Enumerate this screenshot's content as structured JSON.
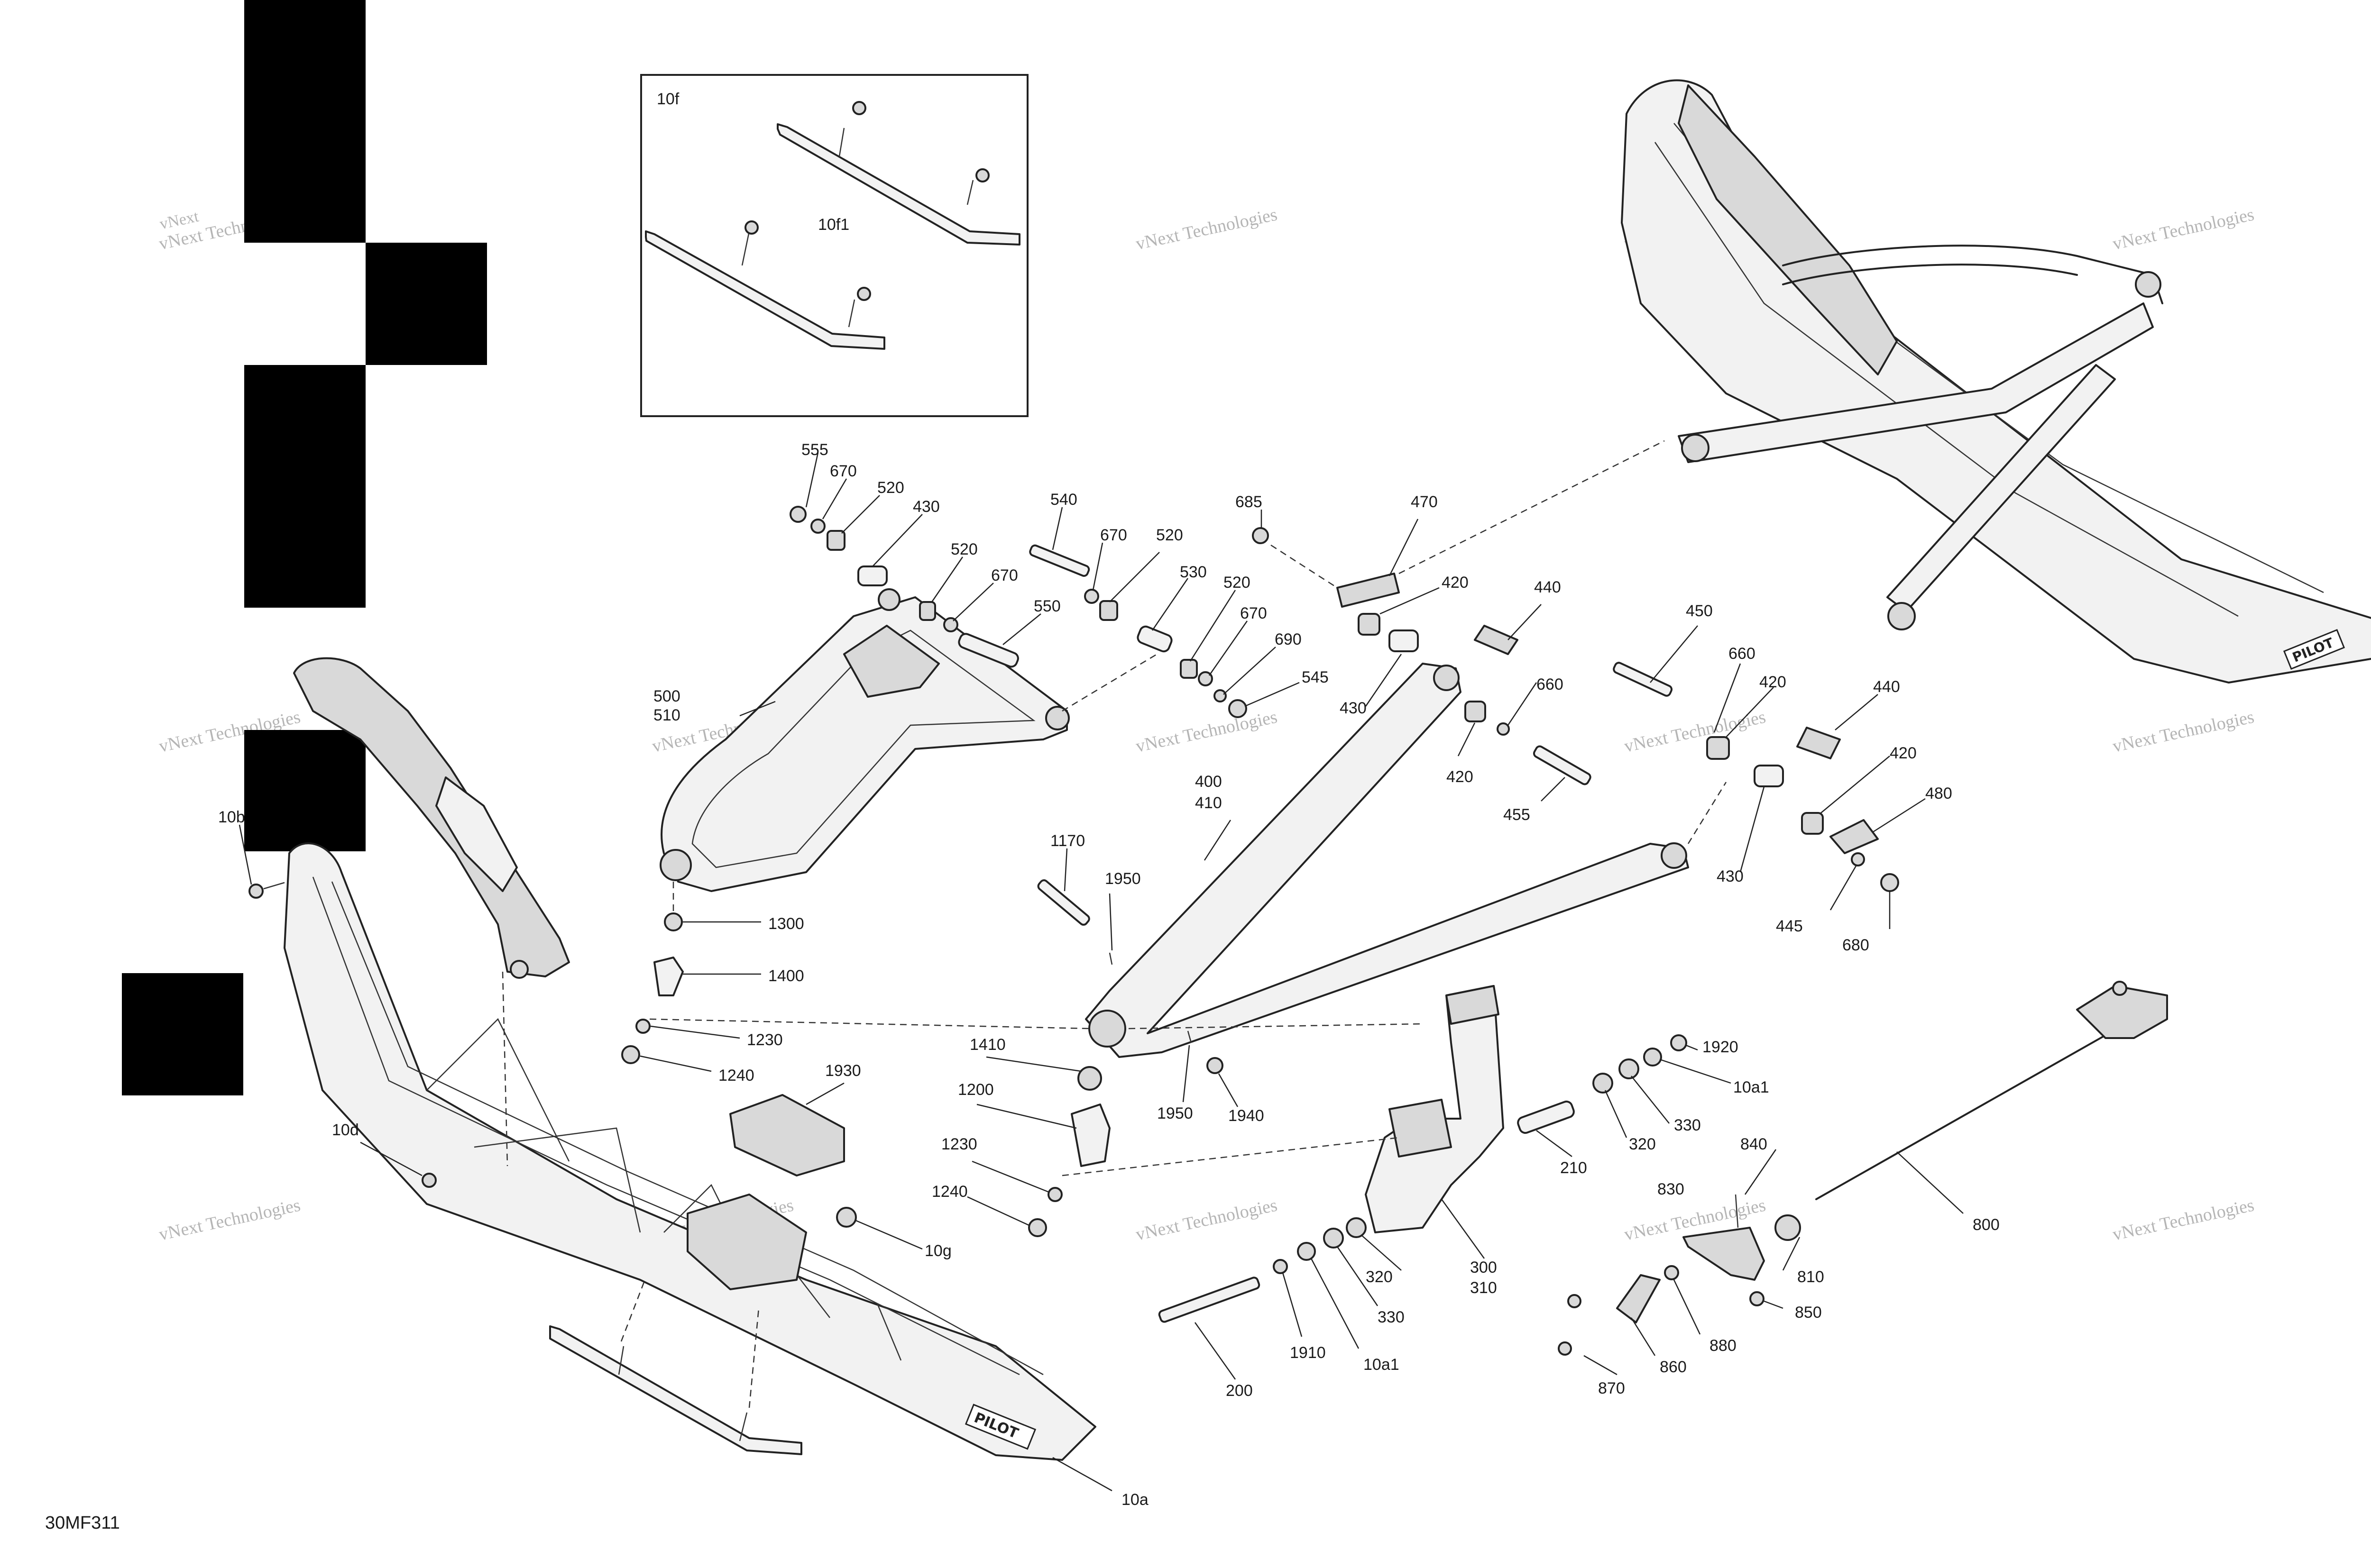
{
  "diagram_code": "30MF311",
  "inset_label": "10f",
  "watermark": {
    "line1": "vNext",
    "line2": "Technologies"
  },
  "callouts": [
    "555",
    "670",
    "520",
    "430",
    "540",
    "670",
    "520",
    "685",
    "470",
    "520",
    "670",
    "550",
    "530",
    "520",
    "670",
    "690",
    "545",
    "420",
    "440",
    "450",
    "660",
    "420",
    "440",
    "500",
    "510",
    "430",
    "420",
    "660",
    "455",
    "420",
    "480",
    "400",
    "410",
    "430",
    "1170",
    "1950",
    "1300",
    "1400",
    "1230",
    "1240",
    "1930",
    "1410",
    "1200",
    "1230",
    "1240",
    "1950",
    "1940",
    "10b",
    "10d",
    "10g",
    "10a",
    "10f1",
    "1920",
    "10a1",
    "320",
    "330",
    "210",
    "320",
    "330",
    "300",
    "310",
    "1910",
    "10a1",
    "200",
    "840",
    "830",
    "810",
    "800",
    "850",
    "880",
    "860",
    "870",
    "445",
    "680"
  ]
}
